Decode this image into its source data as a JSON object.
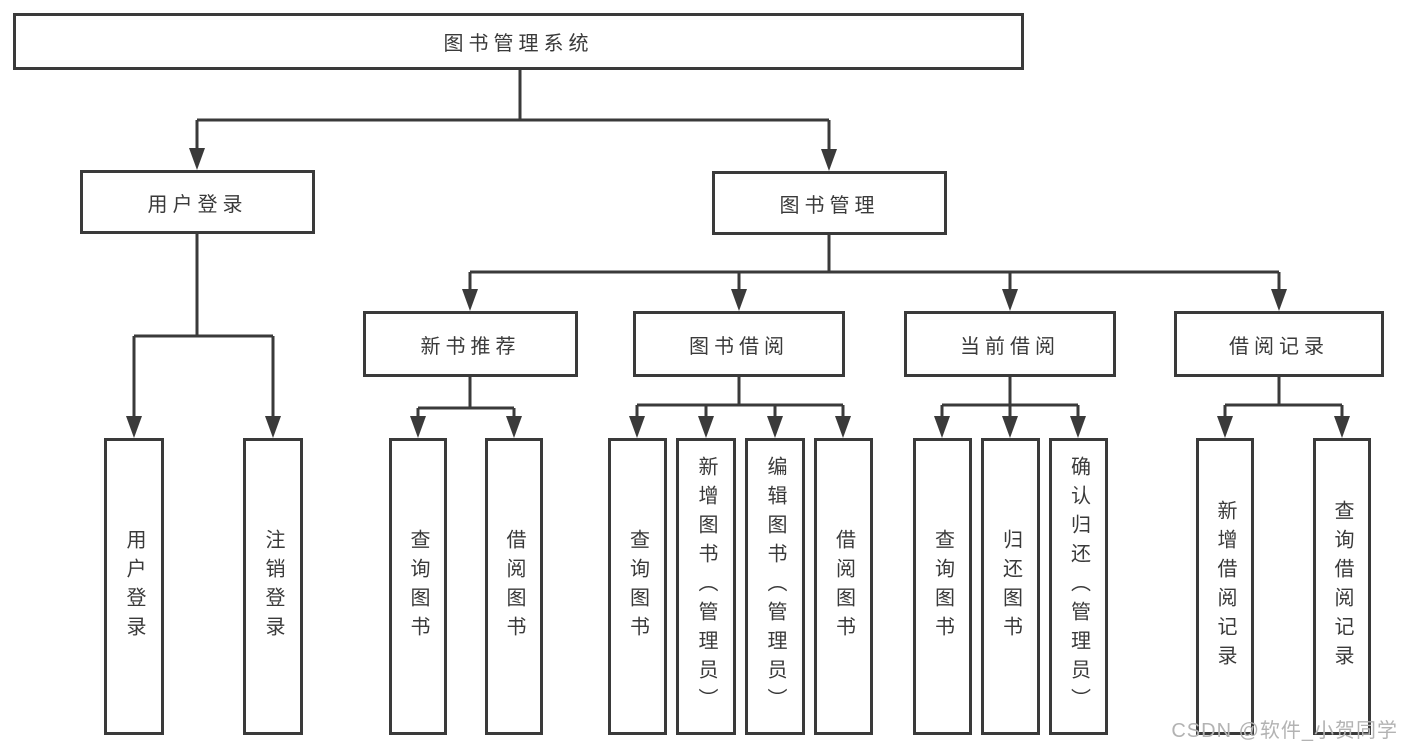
{
  "diagram": {
    "root": {
      "label": "图书管理系统"
    },
    "level2": [
      {
        "label": "用户登录"
      },
      {
        "label": "图书管理"
      }
    ],
    "level3": [
      {
        "label": "新书推荐"
      },
      {
        "label": "图书借阅"
      },
      {
        "label": "当前借阅"
      },
      {
        "label": "借阅记录"
      }
    ],
    "leaves": {
      "user_login": [
        {
          "label": "用户登录"
        },
        {
          "label": "注销登录"
        }
      ],
      "new_book": [
        {
          "label": "查询图书"
        },
        {
          "label": "借阅图书"
        }
      ],
      "book_borrow": [
        {
          "label": "查询图书"
        },
        {
          "label": "新增图书（管理员）"
        },
        {
          "label": "编辑图书（管理员）"
        },
        {
          "label": "借阅图书"
        }
      ],
      "current_borrow": [
        {
          "label": "查询图书"
        },
        {
          "label": "归还图书"
        },
        {
          "label": "确认归还（管理员）"
        }
      ],
      "borrow_record": [
        {
          "label": "新增借阅记录"
        },
        {
          "label": "查询借阅记录"
        }
      ]
    },
    "watermark": "CSDN @软件_小贺同学",
    "colors": {
      "line": "#3a3a3a",
      "text": "#3a3a3a",
      "watermark": "#b3b3b3",
      "background": "#ffffff"
    }
  }
}
